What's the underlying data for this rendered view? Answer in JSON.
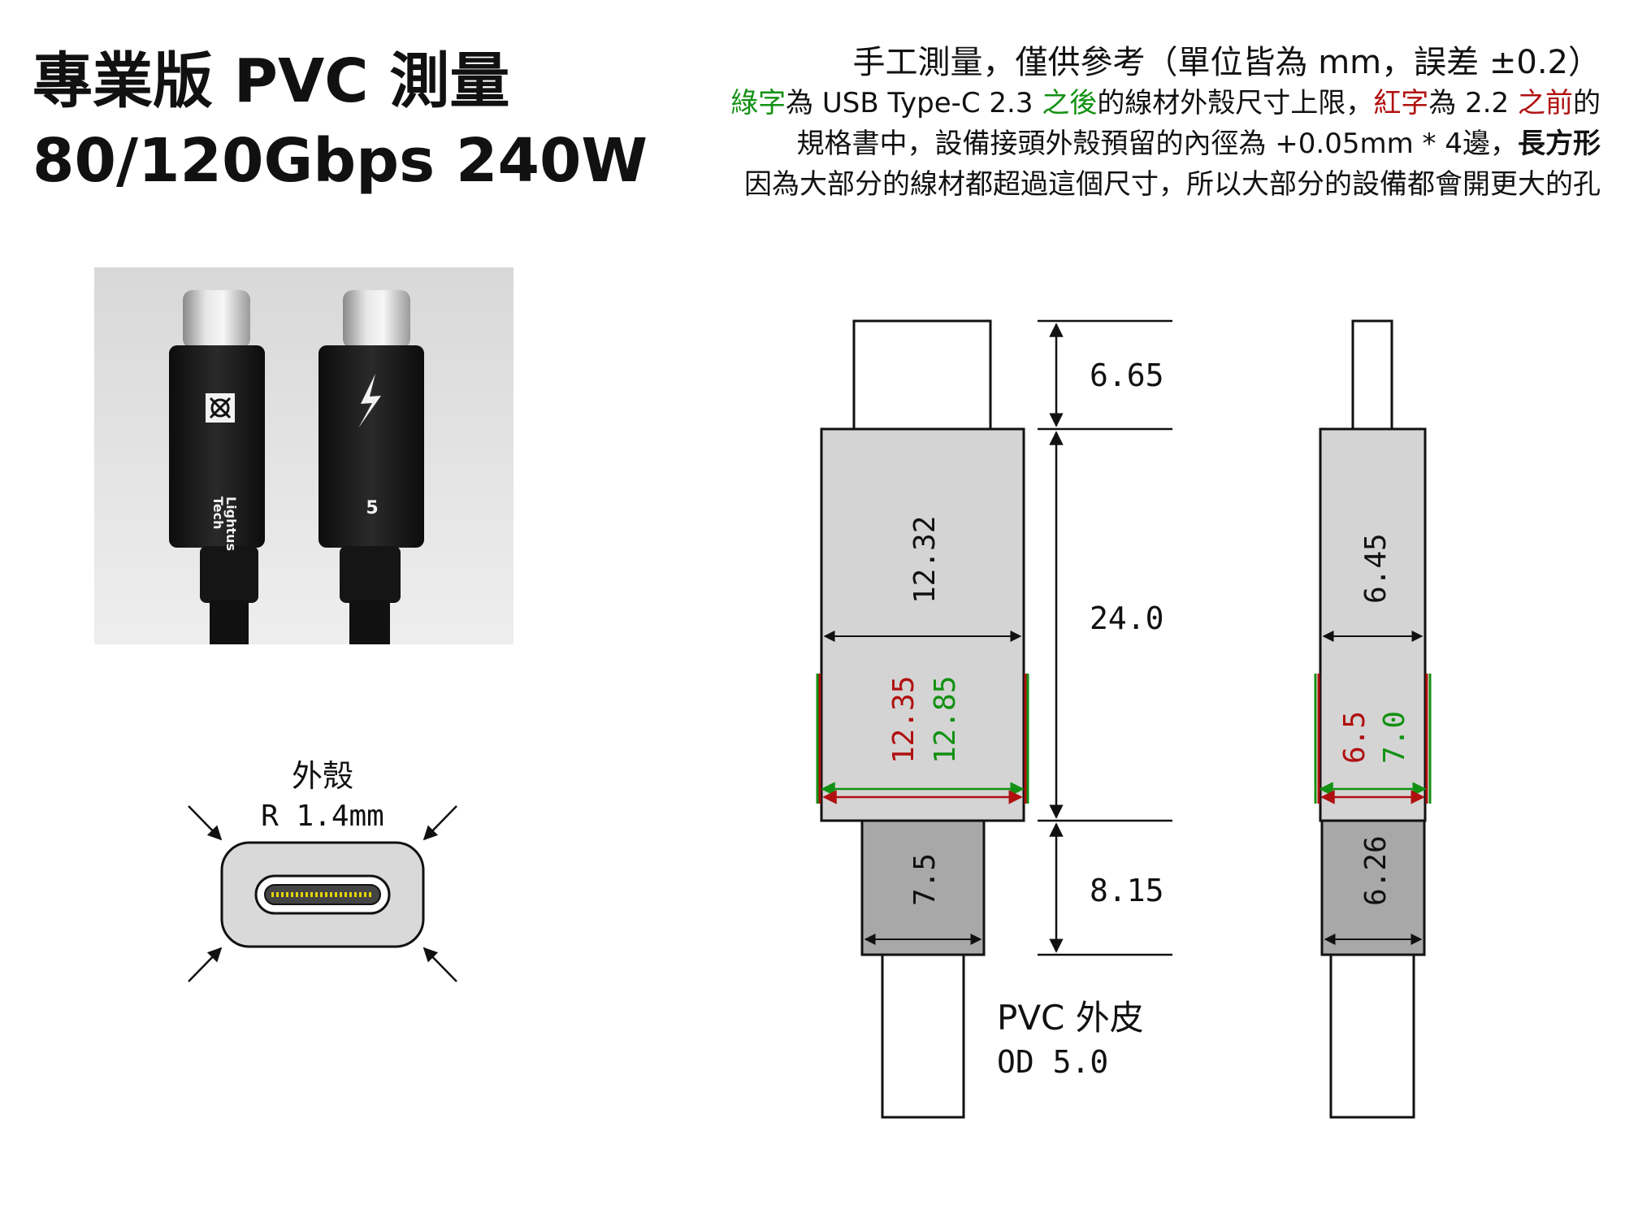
{
  "title": {
    "line1": "專業版 PVC 測量",
    "line2": "80/120Gbps 240W"
  },
  "notes": {
    "line1": "手工測量，僅供參考（單位皆為 mm，誤差 ±0.2）",
    "line2": {
      "p1": "綠字",
      "p2": "為 USB Type-C 2.3 ",
      "p3": "之後",
      "p4": "的線材外殼尺寸上限，",
      "p5": "紅字",
      "p6": "為 2.2 ",
      "p7": "之前",
      "p8": "的"
    },
    "line3": {
      "p1": "規格書中，設備接頭外殼預留的內徑為 +0.05mm * 4邊，",
      "p2": "長方形"
    },
    "line4": "因為大部分的線材都超過這個尺寸，所以大部分的設備都會開更大的孔"
  },
  "photo": {
    "brand_line1": "Lightus",
    "brand_line2": "Tech",
    "number": "5"
  },
  "receptacle": {
    "label": "外殼",
    "radius": "R 1.4mm"
  },
  "dimensions": {
    "tip_length": "6.65",
    "body_length": "24.0",
    "boot_length": "8.15",
    "body_width": "12.32",
    "limit_old_width": "12.35",
    "limit_new_width": "12.85",
    "boot_width": "7.5",
    "body_thickness": "6.45",
    "limit_old_thickness": "6.5",
    "limit_new_thickness": "7.0",
    "boot_thickness": "6.26"
  },
  "cable": {
    "label": "PVC 外皮",
    "od": "OD 5.0"
  },
  "colors": {
    "connector_fill": "#d4d4d4",
    "boot_fill": "#a8a8a8",
    "limit_green": "#129112",
    "limit_red": "#b01010",
    "plug_body": "#1b1b1b"
  }
}
